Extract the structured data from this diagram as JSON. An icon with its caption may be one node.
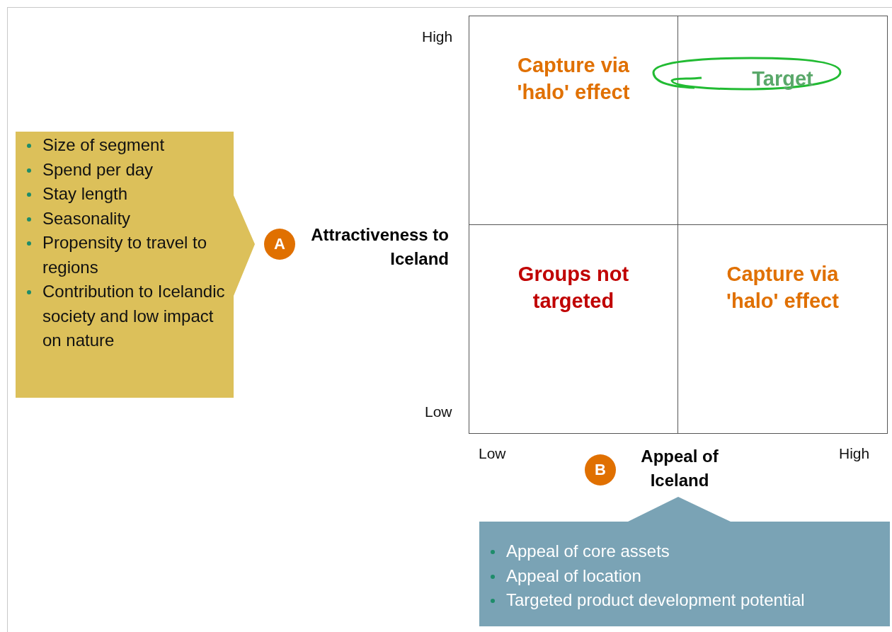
{
  "diagram": {
    "nodes": [
      {
        "text": [
          "Size of segment",
          "Spend per day",
          "Stay length",
          "Seasonality",
          "Propensity to travel to regions",
          "Contribution to Icelandic society and low impact on nature"
        ]
      },
      {
        "text": [
          "A"
        ]
      },
      {
        "text": [
          "Attractiveness to Iceland"
        ]
      },
      {
        "text": [],
        "shape": "box"
      },
      {
        "text": [
          "Capture via 'halo' effect"
        ],
        "in": 3
      },
      {
        "text": [
          "Target"
        ],
        "in": 3
      },
      {
        "text": [
          "Groups not targeted"
        ],
        "in": 3
      },
      {
        "text": [
          "Capture via 'halo' effect"
        ],
        "in": 3
      },
      {
        "text": [
          "B"
        ]
      },
      {
        "text": [
          "Appeal of Iceland"
        ]
      },
      {
        "text": [
          "Appeal of core assets",
          "Appeal of location",
          "Targeted product development potential"
        ]
      }
    ],
    "labels": [
      "High",
      "Low",
      "Low",
      "High"
    ]
  }
}
